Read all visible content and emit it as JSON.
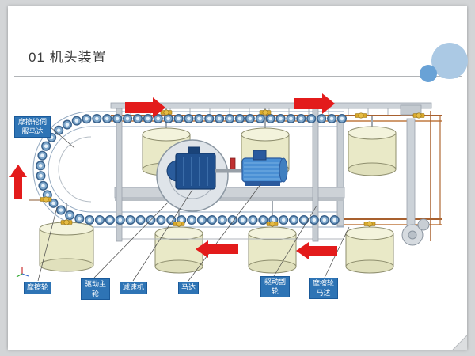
{
  "slide": {
    "title": "01 机头装置"
  },
  "callouts": [
    {
      "id": "friction-wheel-servo-motor",
      "text": "摩擦轮伺服马达"
    },
    {
      "id": "friction-wheel",
      "text": "摩擦轮"
    },
    {
      "id": "drive-main-wheel",
      "text": "驱动主轮"
    },
    {
      "id": "reducer",
      "text": "减速机"
    },
    {
      "id": "motor",
      "text": "马达"
    },
    {
      "id": "drive-secondary-wheel",
      "text": "驱动副轮"
    },
    {
      "id": "friction-wheel-motor",
      "text": "摩擦轮马达"
    }
  ],
  "colors": {
    "canvas_bg": "#d3d5d7",
    "slide_bg": "#ffffff",
    "callout_blue": "#2e74b5",
    "arrow_red": "#e31b1b",
    "drum_fill": "#e9e9c7",
    "chain_blue": "#7fa8cc",
    "motor_blue": "#4a8fd4",
    "gearbox_blue": "#20508e",
    "pipe_copper": "#a8602e",
    "decor_circle_light": "#abc9e4",
    "decor_circle_dark": "#69a2d6"
  },
  "diagram": {
    "flow_arrows": [
      "top-left-right",
      "top-right-right",
      "left-up",
      "bottom-mid-left",
      "bottom-right-left"
    ]
  }
}
